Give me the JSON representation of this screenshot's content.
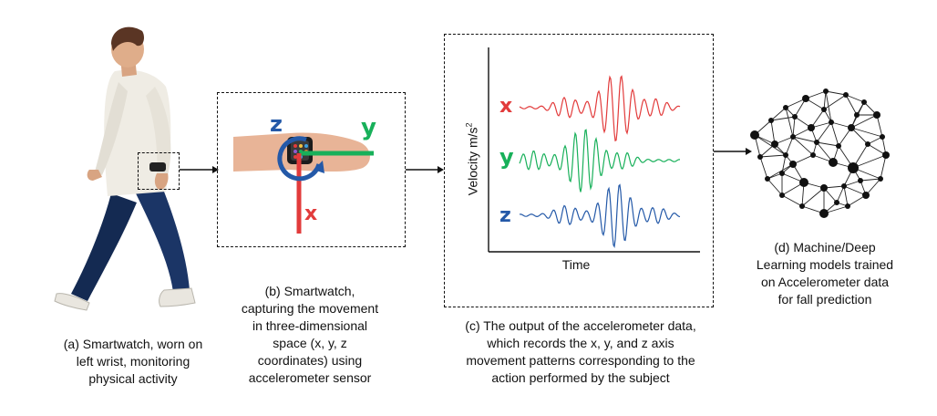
{
  "panels": {
    "a": {
      "caption": [
        "(a) Smartwatch, worn on",
        "left wrist, monitoring",
        "physical activity"
      ]
    },
    "b": {
      "caption": [
        "(b) Smartwatch,",
        "capturing the movement",
        "in three-dimensional",
        "space (x, y, z",
        "coordinates) using",
        "accelerometer sensor"
      ],
      "axis_x": "x",
      "axis_y": "y",
      "axis_z": "z"
    },
    "c": {
      "caption": [
        "(c) The output of the accelerometer data,",
        "which records the x, y, and z axis",
        "movement patterns corresponding to the",
        "action performed by the subject"
      ],
      "ylabel": "Velocity m/s",
      "ylabel_sup": "2",
      "xlabel": "Time",
      "series_labels": [
        "x",
        "y",
        "z"
      ]
    },
    "d": {
      "caption": [
        "(d) Machine/Deep",
        "Learning models trained",
        "on Accelerometer data",
        "for fall prediction"
      ]
    }
  },
  "colors": {
    "x": "#e23b3b",
    "y": "#18b05a",
    "z": "#2459a8",
    "text": "#111111"
  },
  "icons": [
    "walking-person-illustration",
    "smartwatch-icon",
    "rotation-arrow-icon",
    "neural-network-illustration"
  ]
}
